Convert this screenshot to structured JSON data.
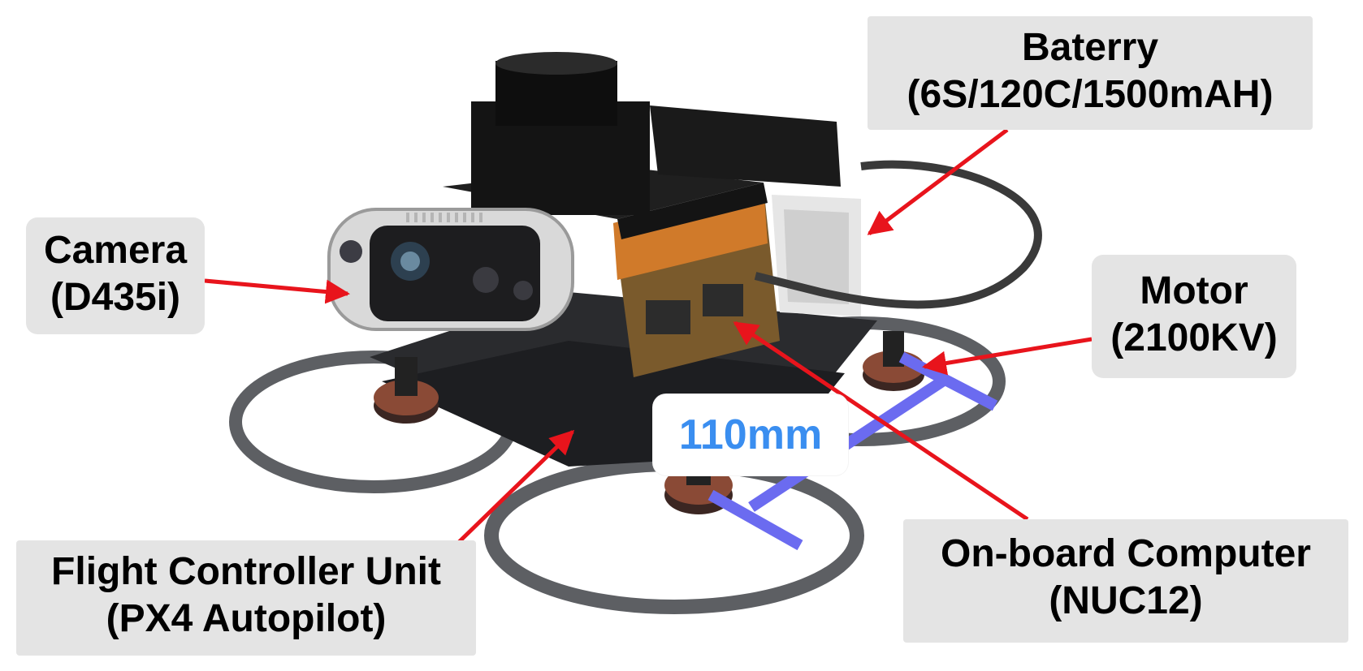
{
  "labels": {
    "camera": {
      "line1": "Camera",
      "line2": "(D435i)"
    },
    "battery": {
      "line1": "Baterry",
      "line2": "(6S/120C/1500mAH)"
    },
    "motor": {
      "line1": "Motor",
      "line2": "(2100KV)"
    },
    "flight_controller": {
      "line1": "Flight Controller Unit",
      "line2": "(PX4 Autopilot)"
    },
    "onboard_computer": {
      "line1": "On-board Computer",
      "line2": "(NUC12)"
    }
  },
  "dimension": {
    "text": "110mm"
  },
  "colors": {
    "arrow": "#e8141c",
    "dimension_line": "#6b6bf0",
    "dimension_text": "#3a8ef0",
    "label_background": "#e4e4e4"
  }
}
